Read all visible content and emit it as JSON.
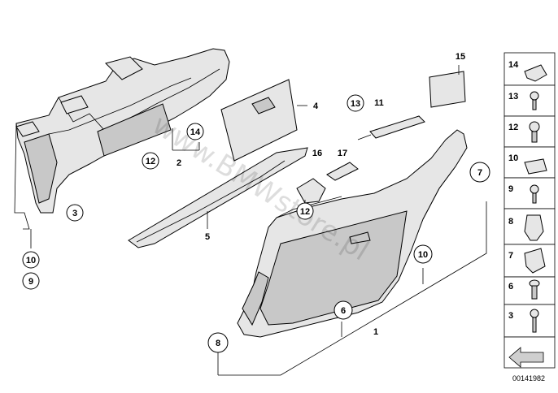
{
  "diagram": {
    "callouts": {
      "c1": "1",
      "c2": "2",
      "c3": "3",
      "c4": "4",
      "c5": "5",
      "c6": "6",
      "c7": "7",
      "c8": "8",
      "c9": "9",
      "c10a": "10",
      "c10b": "10",
      "c11": "11",
      "c12a": "12",
      "c12b": "12",
      "c13": "13",
      "c14": "14",
      "c15": "15",
      "c16": "16",
      "c17": "17"
    },
    "watermark": "www.BMWstore.pl"
  },
  "sidebar": {
    "items": [
      {
        "label": "14",
        "icon": "clip-icon"
      },
      {
        "label": "13",
        "icon": "screw-icon"
      },
      {
        "label": "12",
        "icon": "screw-icon"
      },
      {
        "label": "10",
        "icon": "nut-clip-icon"
      },
      {
        "label": "9",
        "icon": "screw-icon"
      },
      {
        "label": "8",
        "icon": "clip-icon"
      },
      {
        "label": "7",
        "icon": "clip-icon"
      },
      {
        "label": "6",
        "icon": "pin-icon"
      },
      {
        "label": "3",
        "icon": "screw-icon"
      }
    ]
  },
  "footer": {
    "code": "00141982"
  }
}
